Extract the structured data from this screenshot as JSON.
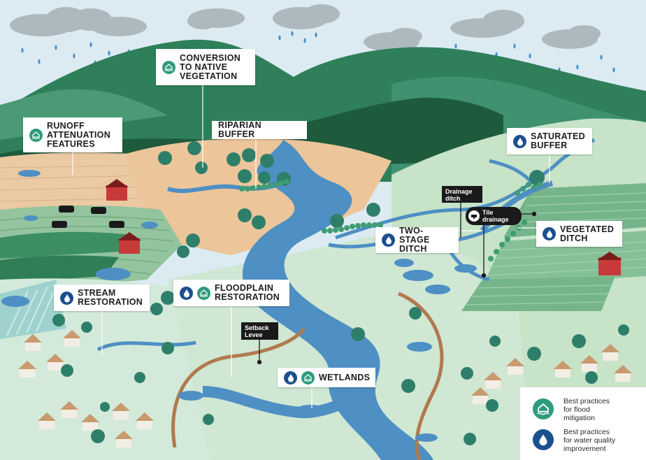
{
  "labels": {
    "conversion": "CONVERSION\nTO NATIVE\nVEGETATION",
    "runoff": "RUNOFF\nATTENUATION\nFEATURES",
    "riparian": "RIPARIAN BUFFER",
    "saturated": "SATURATED\nBUFFER",
    "vegetated": "VEGETATED\nDITCH",
    "two_stage": "TWO-STAGE\nDITCH",
    "stream": "STREAM\nRESTORATION",
    "floodplain": "FLOODPLAIN\nRESTORATION",
    "wetlands": "WETLANDS"
  },
  "callouts": {
    "drainage_ditch": "Drainage\nditch",
    "tile_drainage": "Tile\ndrainage",
    "setback_levee": "Setback\nLevee"
  },
  "legend": {
    "flood": "Best practices\nfor flood\nmitigation",
    "water": "Best practices\nfor water quality\nimprovement"
  },
  "icons": {
    "flood": "house-on-water-icon",
    "water": "water-drop-icon"
  },
  "colors": {
    "flood_icon": "#2f9b7d",
    "water_icon": "#1c4f8e",
    "river": "#4e8fc4",
    "sky": "#dcebf2"
  }
}
